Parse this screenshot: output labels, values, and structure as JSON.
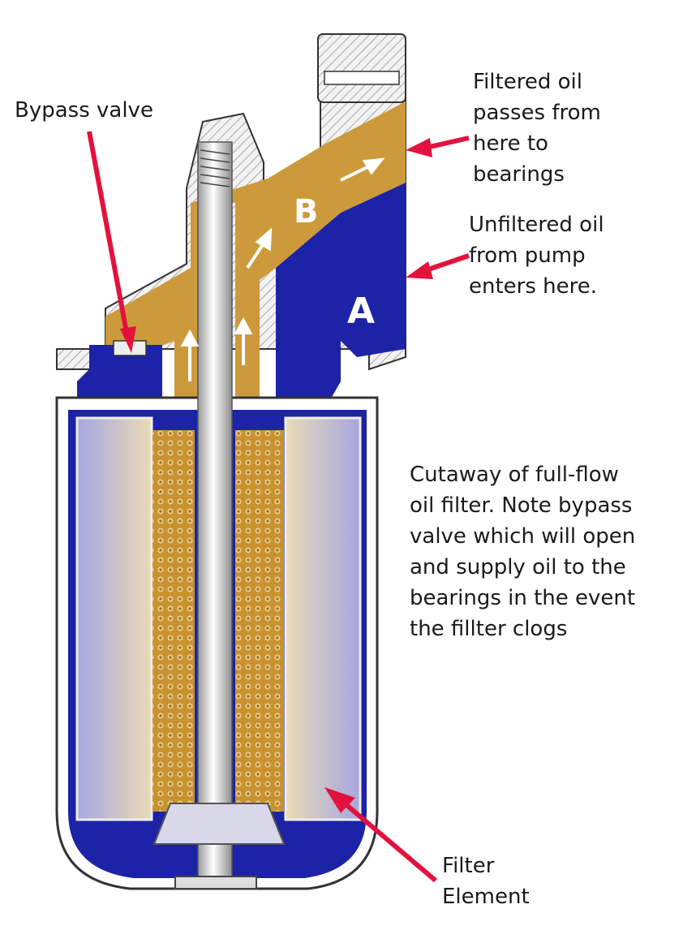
{
  "colors": {
    "oil_filtered": "#cd9a3b",
    "oil_unfiltered": "#1c23a6",
    "housing_hatch": "#e4e4e4",
    "callout_arrow": "#e3123d",
    "element_gradient_left": "#a6a6e0",
    "element_gradient_right": "#eadbb6"
  },
  "chamber_letters": {
    "a": "A",
    "b": "B"
  },
  "labels": {
    "bypass_valve": "Bypass valve",
    "filtered_oil": [
      "Filtered oil",
      "passes from",
      "here to",
      "bearings"
    ],
    "unfiltered_oil": [
      "Unfiltered oil",
      "from pump",
      "enters here."
    ],
    "cutaway_note": [
      "Cutaway of full-flow",
      "oil filter. Note bypass",
      "valve which will open",
      "and supply oil to the",
      "bearings in the event",
      "the fillter clogs"
    ],
    "filter_element": [
      "Filter",
      "Element"
    ]
  }
}
